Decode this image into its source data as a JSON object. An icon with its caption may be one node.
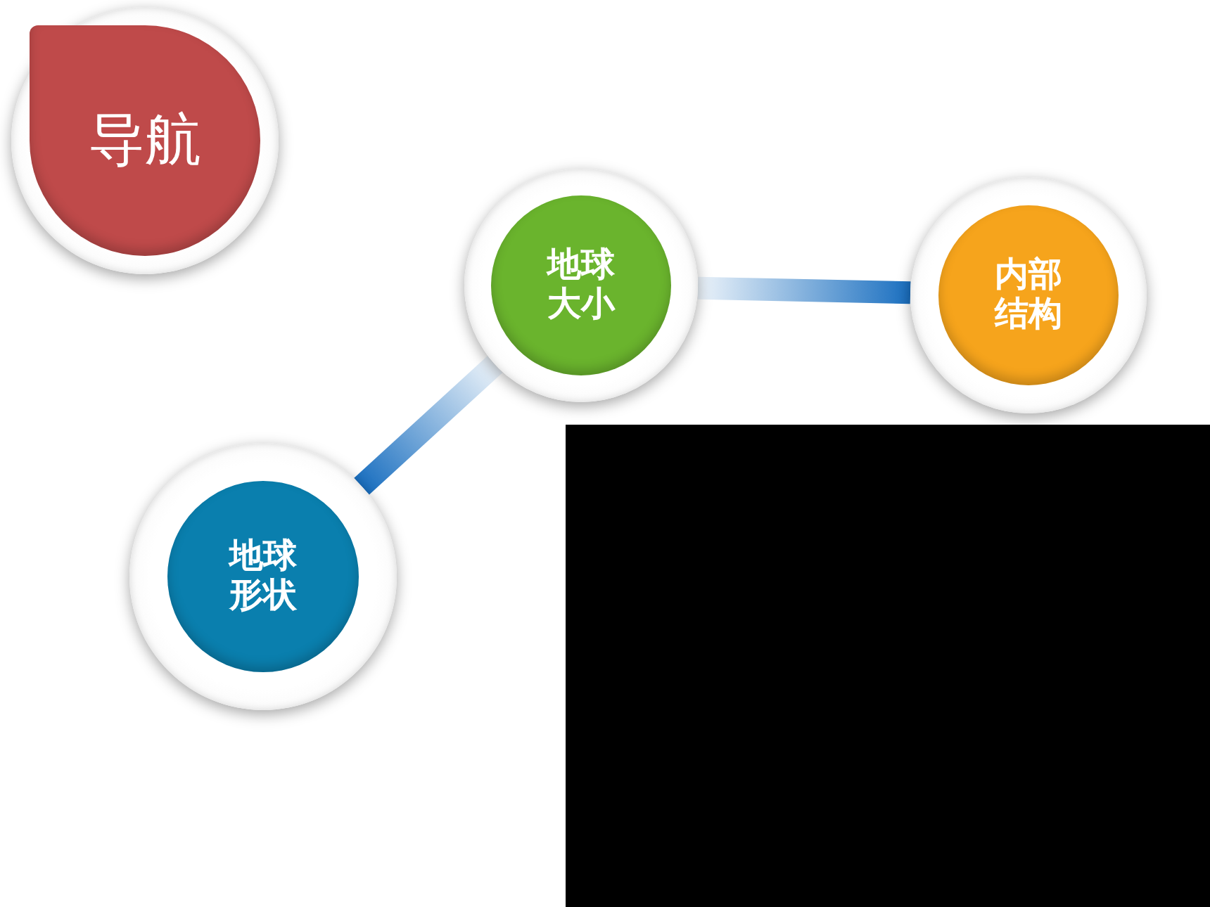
{
  "diagram": {
    "nodes": [
      {
        "text": [
          "导航"
        ]
      },
      {
        "text": [
          "地球大小"
        ]
      },
      {
        "text": [
          "内部结构"
        ]
      },
      {
        "text": [
          "地球形状"
        ]
      }
    ],
    "edges": [
      {
        "from": 3,
        "to": 1,
        "arrow": "none"
      },
      {
        "from": 1,
        "to": 2,
        "arrow": "none"
      }
    ]
  }
}
